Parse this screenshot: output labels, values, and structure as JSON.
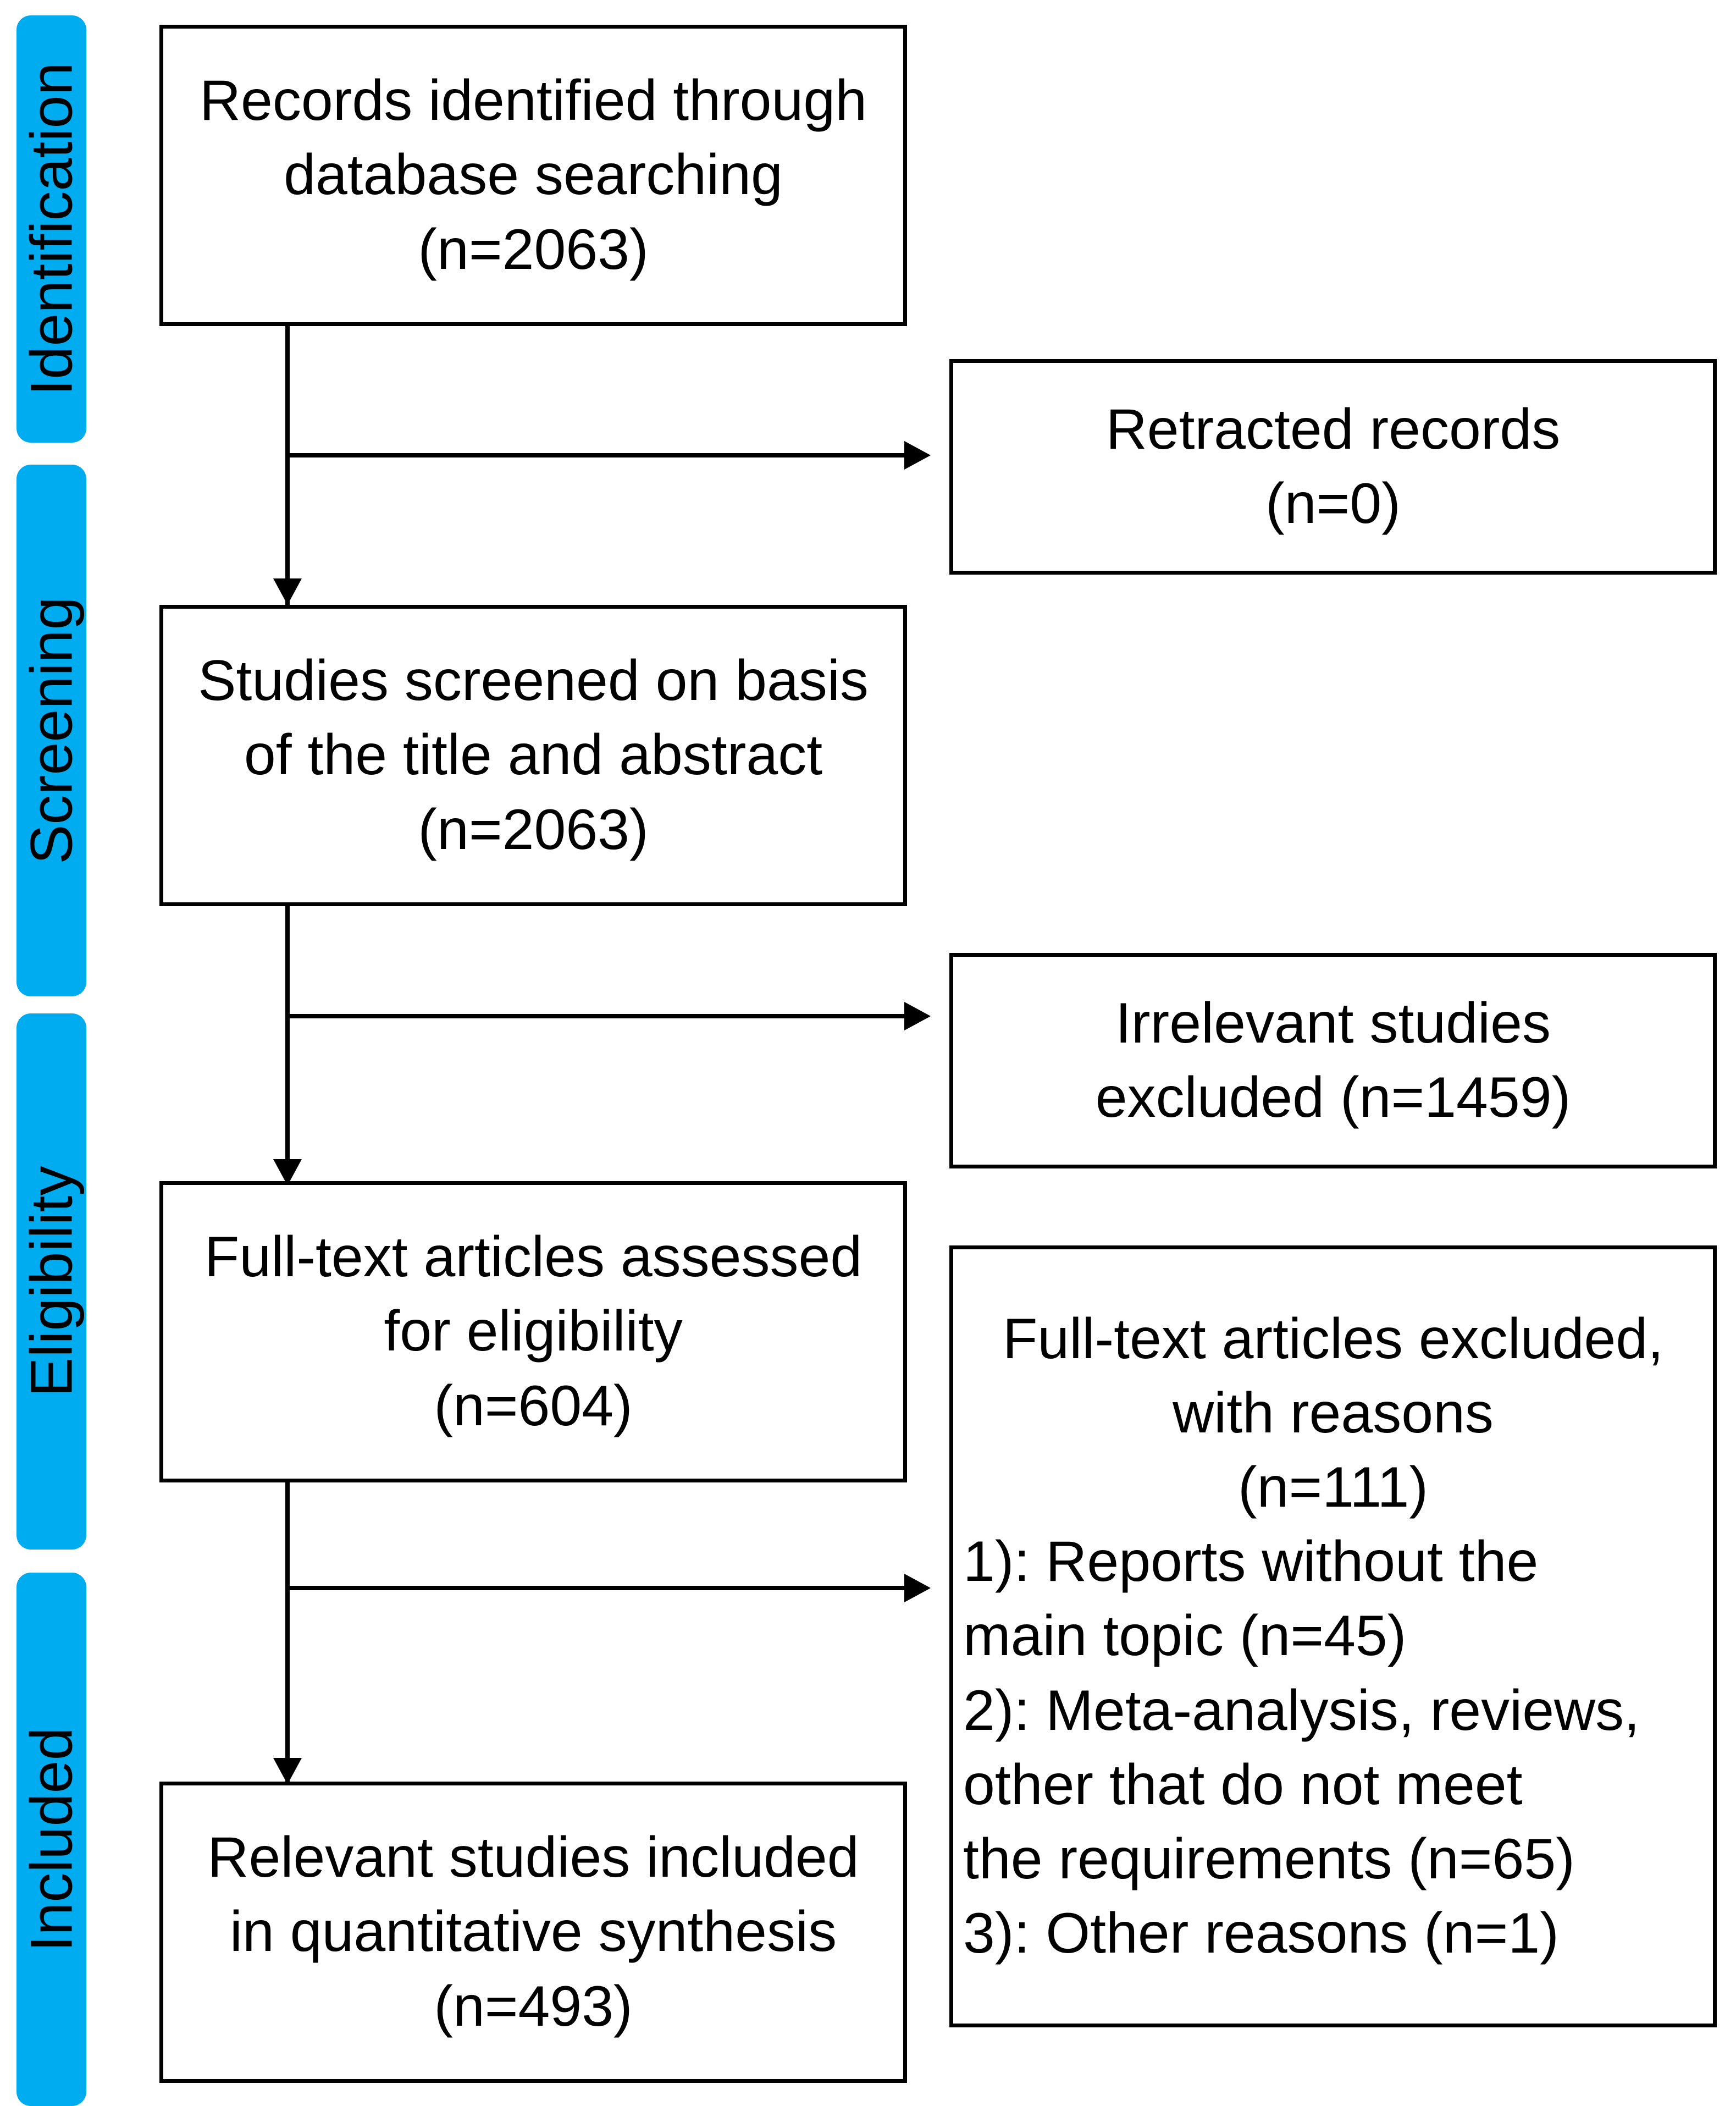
{
  "diagram": {
    "type": "PRISMA flow diagram",
    "accent_color": "#00ACF0",
    "box_border_color": "#000000",
    "background_color": "#FFFFFF"
  },
  "stages": [
    {
      "label": "Identification"
    },
    {
      "label": "Screening"
    },
    {
      "label": "Eligibility"
    },
    {
      "label": "Included"
    }
  ],
  "boxes": {
    "identified": {
      "line1": "Records identified through",
      "line2": "database searching",
      "line3": "(n=2063)",
      "count": 2063
    },
    "retracted": {
      "line1": "Retracted records",
      "line2": "(n=0)",
      "count": 0
    },
    "screened": {
      "line1": "Studies screened on basis",
      "line2": "of the title and abstract",
      "line3": "(n=2063)",
      "count": 2063
    },
    "irrelevant_excluded": {
      "line1": "Irrelevant studies",
      "line2": "excluded (n=1459)",
      "count": 1459
    },
    "fulltext_assessed": {
      "line1": "Full-text articles assessed",
      "line2": "for eligibility",
      "line3": "(n=604)",
      "count": 604
    },
    "fulltext_excluded": {
      "line1": "Full-text articles excluded,",
      "line2": "with reasons",
      "line3": "(n=111)",
      "count": 111,
      "reason1a": "1): Reports without the",
      "reason1b": "main topic (n=45)",
      "reason2a": "2): Meta-analysis, reviews,",
      "reason2b": "other that do not meet",
      "reason2c": "the requirements (n=65)",
      "reason3": "3): Other reasons (n=1)",
      "reason_counts": [
        45,
        65,
        1
      ]
    },
    "included": {
      "line1": "Relevant studies included",
      "line2": "in quantitative synthesis",
      "line3": "(n=493)",
      "count": 493
    }
  }
}
